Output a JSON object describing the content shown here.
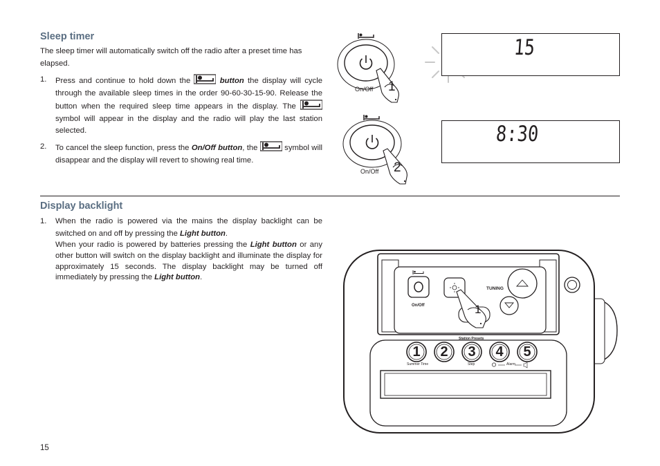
{
  "sleep_timer": {
    "heading": "Sleep  timer",
    "intro": "The sleep timer will automatically switch off the radio after a preset time has  elapsed.",
    "step1": {
      "num": "1.",
      "t1": "Press and continue to hold down the",
      "bold": "button",
      "t2": "the display will cycle through the available sleep times in the order 90-60-30-15-90. Release the  button when the required sleep time appears in the display. The",
      "t3": "symbol will appear in the display and the radio will play the last station selected."
    },
    "step2": {
      "num": "2.",
      "t1": "To cancel the sleep function, press the",
      "bold": "On/Off  button",
      "t2": ", the",
      "t3": "symbol will disappear and the display will revert to showing real time."
    }
  },
  "backlight": {
    "heading": "Display backlight",
    "step1": {
      "num": "1.",
      "t1": "When the radio is powered via the mains the display backlight can be switched on and off by pressing the",
      "bold": "Light button",
      "t2": "."
    },
    "p2": {
      "t1": "When your radio is powered by batteries pressing the",
      "bold": "Light button",
      "t2": "or any other button  will switch on the display backlight and illuminate the display for approximately 15 seconds. The display backlight may be turned off immediately by pressing the",
      "bold2": "Light button",
      "t3": "."
    }
  },
  "figures": {
    "onoff_label": "On/Off",
    "lcd1_digits": "15",
    "lcd2_digits": "8:30",
    "callout1": "1",
    "callout2": "2",
    "callout_radio": "1",
    "radio": {
      "onoff_label": "On/Off",
      "tuning_label": "TUNING",
      "station_presets_label": "Station Presets",
      "preset_buttons": [
        "1",
        "2",
        "3",
        "4",
        "5"
      ],
      "summer_time_label": "Summer Time",
      "step_label": "Step",
      "alarm_label": "Alarm"
    }
  },
  "page_number": "15"
}
